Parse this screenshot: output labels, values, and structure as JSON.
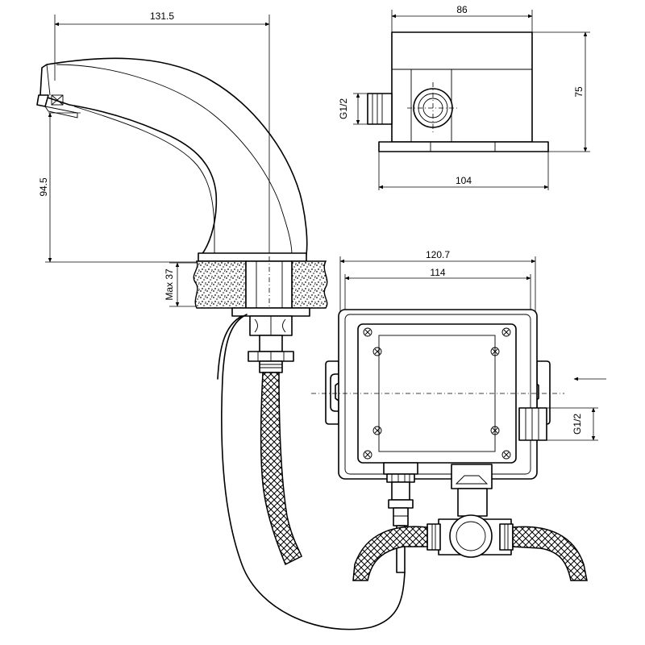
{
  "dimensions": {
    "faucet_width": "131.5",
    "faucet_height": "94.5",
    "counter_max": "Max 37",
    "box_width_top": "86",
    "box_height_top": "75",
    "box_base_width": "104",
    "inlet_thread_top": "G1/2",
    "box_outer_width": "120.7",
    "box_inner_width": "114",
    "inlet_thread_side": "G1/2"
  }
}
